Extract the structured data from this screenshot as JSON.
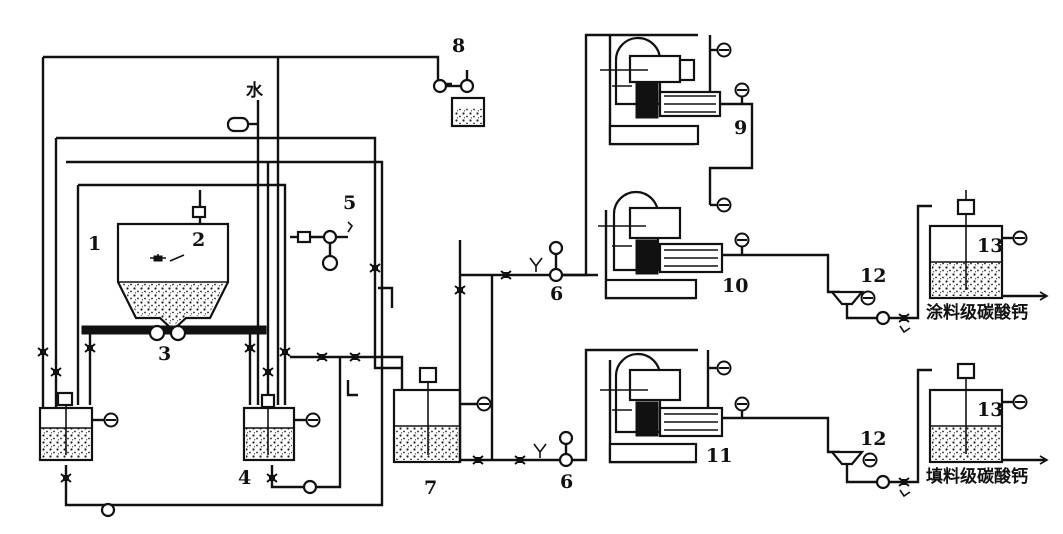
{
  "labels": {
    "n1": "1",
    "n2": "2",
    "n3": "3",
    "n4": "4",
    "n5": "5",
    "n6a": "6",
    "n6b": "6",
    "n7": "7",
    "n8": "8",
    "n9": "9",
    "n10": "10",
    "n11": "11",
    "n12a": "12",
    "n12b": "12",
    "n13a": "13",
    "n13b": "13"
  },
  "text": {
    "water": "水",
    "coating_grade": "涂料级碳酸钙",
    "filler_grade": "填料级碳酸钙"
  }
}
